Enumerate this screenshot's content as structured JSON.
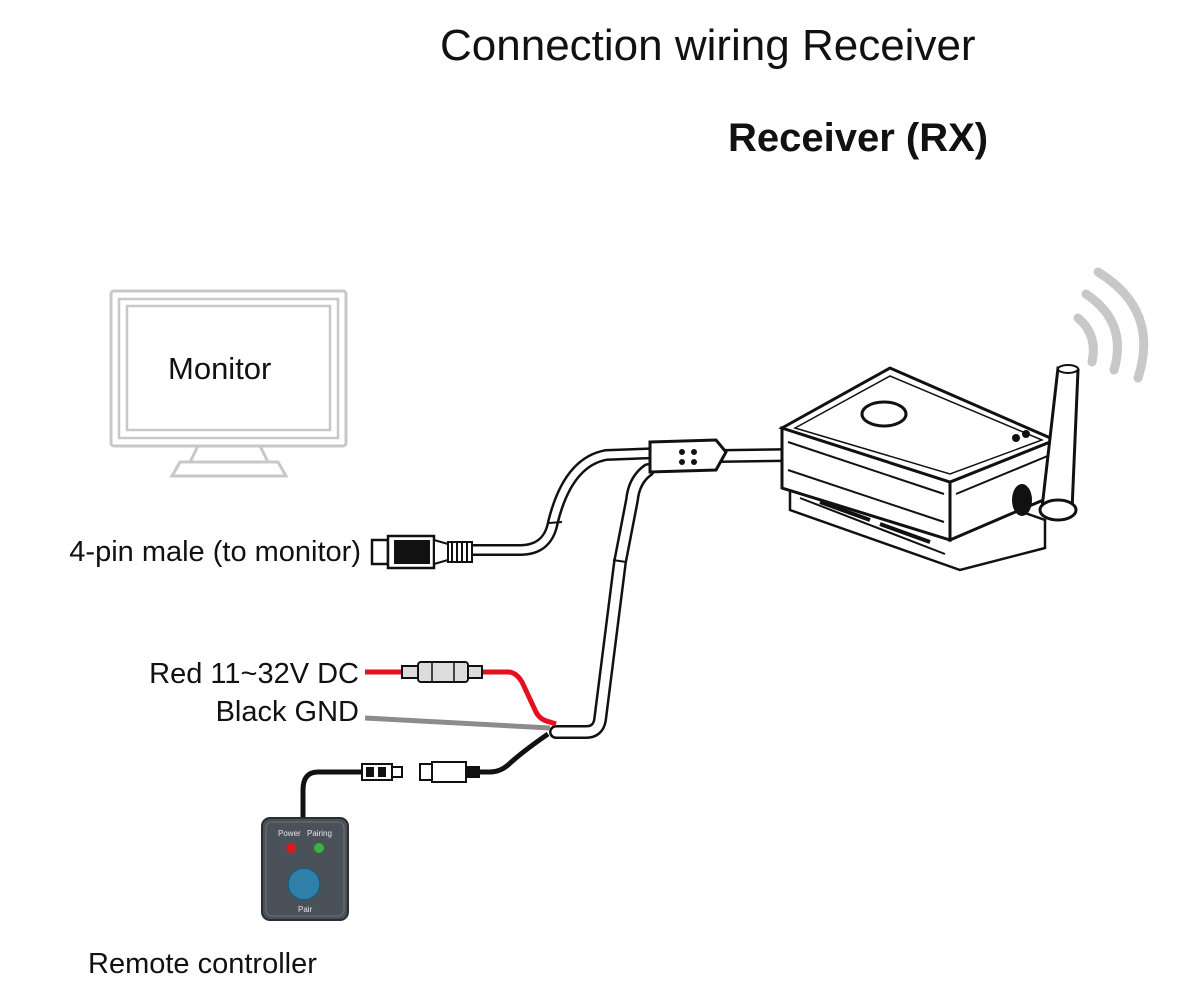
{
  "title": "Connection wiring Receiver",
  "subtitle": "Receiver (RX)",
  "monitor": {
    "label": "Monitor"
  },
  "connectors": {
    "video_4pin": "4-pin male (to monitor)",
    "power_red": "Red 11~32V DC",
    "ground_black": "Black  GND"
  },
  "remote": {
    "label": "Remote  controller",
    "power_led": "Power",
    "pairing_led": "Pairing",
    "pair_button": "Pair"
  },
  "colors": {
    "red_wire": "#e3101e",
    "ground_wire": "#8c8c8c",
    "monitor_outline": "#c8c8c8",
    "remote_body": "#4a5158",
    "remote_button": "#2f7fa8",
    "power_led": "#e01818",
    "pairing_led": "#35b83a"
  }
}
